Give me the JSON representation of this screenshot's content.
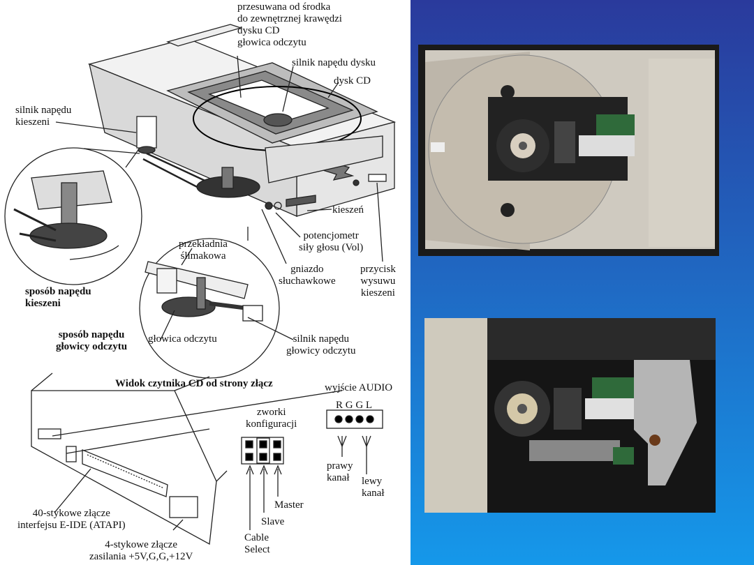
{
  "labels": {
    "pickup_move": "przesuwana od środka\ndo zewnętrznej krawędzi\ndysku CD\ngłowica odczytu",
    "spindle_motor": "silnik napędu dysku",
    "cd_disc": "dysk CD",
    "tray_motor": "silnik napędu\nkieszeni",
    "tray": "kieszeń",
    "volume_pot": "potencjometr\nsiły głosu (Vol)",
    "worm_gear": "przekładnia\nślimakowa",
    "headphone_jack": "gniazdo\nsłuchawkowe",
    "eject_button": "przycisk\nwysuwu\nkieszeni",
    "tray_drive_method": "sposób napędu\nkieszeni",
    "head_drive_method": "sposób napędu\ngłowicy odczytu",
    "read_head": "głowica odczytu",
    "head_motor": "silnik napędu\ngłowicy odczytu",
    "rear_view_title": "Widok czytnika CD od strony złącz",
    "audio_out": "wyjście AUDIO",
    "rggl": "R G G L",
    "config_jumpers": "zworki\nkonfiguracji",
    "right_channel": "prawy\nkanał",
    "left_channel": "lewy\nkanał",
    "master": "Master",
    "slave": "Slave",
    "cable_select": "Cable\nSelect",
    "ide_connector": "40-stykowe złącze\ninterfejsu E-IDE (ATAPI)",
    "power_connector": "4-stykowe złącze\nzasilania +5V,G,G,+12V"
  },
  "colors": {
    "bg_top": "#2a3a9c",
    "bg_bottom": "#1598ea"
  }
}
